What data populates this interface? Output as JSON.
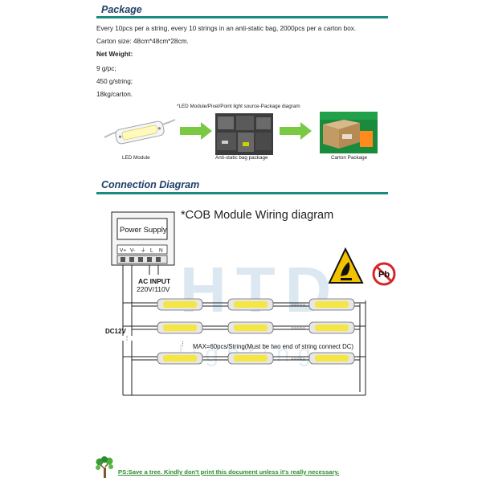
{
  "package": {
    "title": "Package",
    "line1": "Every 10pcs per a string, every 10 strings in an anti-static bag, 2000pcs per a carton box.",
    "line2": "Carton size: 48cm*48cm*28cm.",
    "net_weight_label": "Net Weight:",
    "weight1": "9 g/pc;",
    "weight2": "450 g/string;",
    "weight3": "18kg/carton.",
    "diagram_title": "*LED Module/Pixel/Point light source-Package diagram",
    "captions": [
      "LED Module",
      "Anti-static bag package",
      "Carton Package"
    ]
  },
  "connection": {
    "title": "Connection Diagram",
    "wiring_title": "*COB Module Wiring diagram",
    "power_supply_label": "Power Supply",
    "terminal_labels": [
      "V+",
      "V-",
      "⏚",
      "L",
      "N"
    ],
    "ac_input_label": "AC INPUT",
    "ac_voltage": "220V/110V",
    "dc_label": "DC12V",
    "max_note": "MAX=60pcs/String(Must be two end of string connect DC)",
    "watermark_letters": "HTD",
    "watermark_word": "lighting",
    "pb_label": "Pb"
  },
  "footer": {
    "note": "PS:Save a tree. Kindly don't print this document unless it's really necessary."
  },
  "colors": {
    "title_blue": "#1f3f66",
    "rule_teal": "#1c8a7d",
    "arrow_green": "#7ac943",
    "led_yellow": "#f5e642",
    "esd_yellow": "#f2c200",
    "prohibit_red": "#d7262a",
    "footer_green": "#2c8a2c"
  }
}
